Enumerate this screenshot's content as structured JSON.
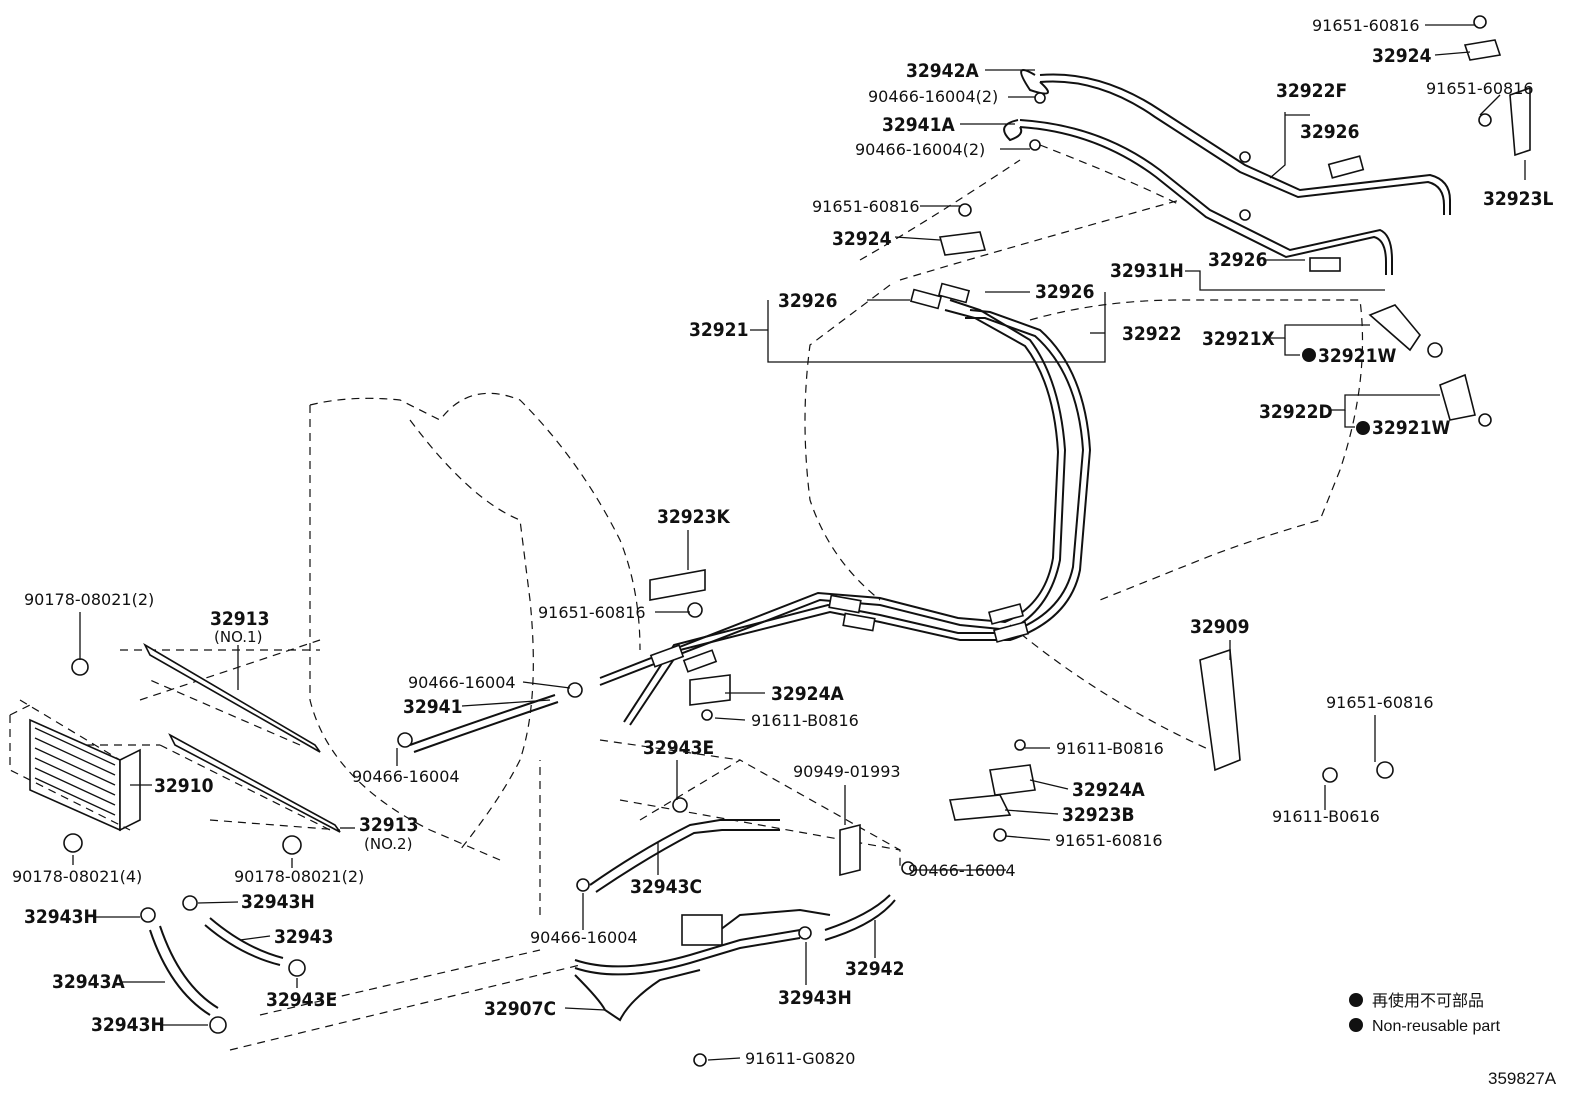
{
  "labels": {
    "l_91651_60816_a": "91651-60816",
    "l_32924_a": "32924",
    "l_91651_60816_b": "91651-60816",
    "l_32942A": "32942A",
    "l_90466_16004_2a": "90466-16004(2)",
    "l_32922F": "32922F",
    "l_32926_a": "32926",
    "l_32941A": "32941A",
    "l_90466_16004_2b": "90466-16004(2)",
    "l_32923L": "32923L",
    "l_91651_60816_c": "91651-60816",
    "l_32924_b": "32924",
    "l_32931H": "32931H",
    "l_32926_b": "32926",
    "l_32926_c": "32926",
    "l_32926_d": "32926",
    "l_32921": "32921",
    "l_32922": "32922",
    "l_32921X": "32921X",
    "l_32921W_a": "32921W",
    "l_32922D": "32922D",
    "l_32921W_b": "32921W",
    "l_32923K": "32923K",
    "l_91651_60816_d": "91651-60816",
    "l_90178_08021_2a": "90178-08021(2)",
    "l_32913_a": "32913",
    "l_no1": "(NO.1)",
    "l_90466_16004_a": "90466-16004",
    "l_32941": "32941",
    "l_32924A_a": "32924A",
    "l_91611_B0816_a": "91611-B0816",
    "l_32909": "32909",
    "l_91651_60816_e": "91651-60816",
    "l_90466_16004_b": "90466-16004",
    "l_32943E_a": "32943E",
    "l_90949_01993": "90949-01993",
    "l_91611_B0816_b": "91611-B0816",
    "l_32924A_b": "32924A",
    "l_32923B": "32923B",
    "l_91651_60816_f": "91651-60816",
    "l_91611_B0616": "91611-B0616",
    "l_32910": "32910",
    "l_32913_b": "32913",
    "l_no2": "(NO.2)",
    "l_90178_08021_4": "90178-08021(4)",
    "l_90178_08021_2b": "90178-08021(2)",
    "l_32943C": "32943C",
    "l_90466_16004_c": "90466-16004",
    "l_32943H_a": "32943H",
    "l_32943H_b": "32943H",
    "l_32943": "32943",
    "l_90466_16004_d": "90466-16004",
    "l_32943A": "32943A",
    "l_32943E_b": "32943E",
    "l_32907C": "32907C",
    "l_32943H_c": "32943H",
    "l_32942": "32942",
    "l_32943H_d": "32943H",
    "l_91611_G0820": "91611-G0820"
  },
  "legend": {
    "jp": "再使用不可部品",
    "en": "Non-reusable part"
  },
  "ref_code": "359827A",
  "colors": {
    "ink": "#111111",
    "background": "#ffffff"
  }
}
